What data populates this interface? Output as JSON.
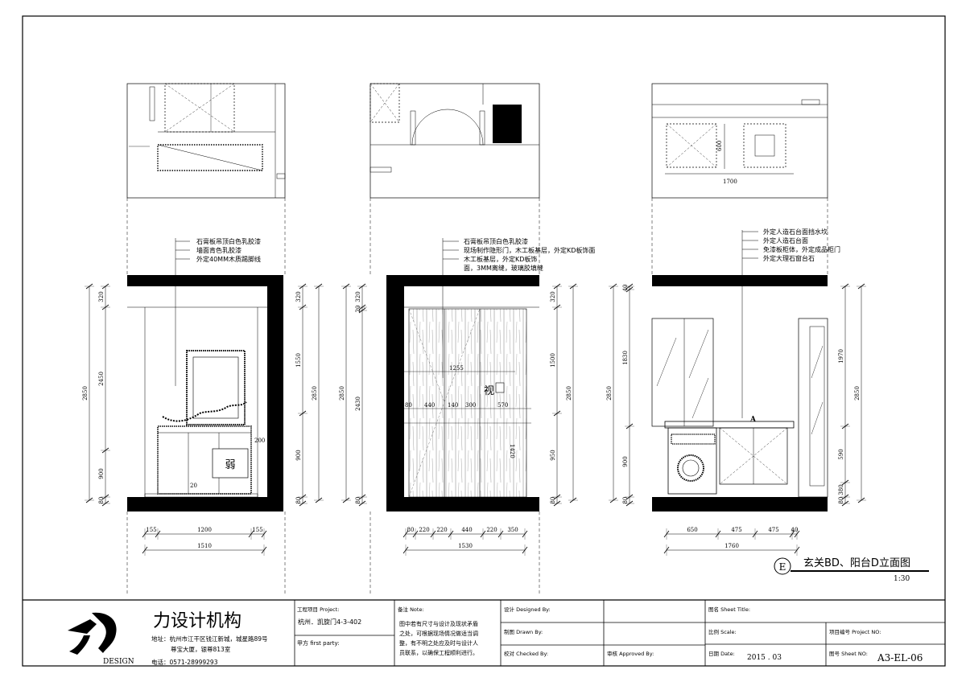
{
  "elevations": [
    {
      "id": "left",
      "notes": [
        "石膏板吊顶白色乳胶漆",
        "墙面肯色乳胶漆",
        "外定40MM木质踢脚线"
      ],
      "dims_left": {
        "total": "2850",
        "parts": [
          "80",
          "900",
          "2450",
          "320"
        ]
      },
      "dims_right": {
        "total": "2850",
        "parts": [
          "80",
          "900",
          "1550",
          "320"
        ]
      },
      "dims_bottom": {
        "total": "1510",
        "parts": [
          "155",
          "1200",
          "155"
        ]
      },
      "inner_dims": [
        "200",
        "20"
      ],
      "socket_label": "弱"
    },
    {
      "id": "middle",
      "notes": [
        "石膏板吊顶白色乳胶漆",
        "现场制作隐形门，木工板基层，外定KD板饰面",
        "木工板基层，外定KD板饰",
        "面，3MM离缝，玻璃胶填缝"
      ],
      "dims_left": {
        "total": "2850",
        "parts": [
          "80",
          "2430",
          "20",
          "320"
        ]
      },
      "dims_right": {
        "total": "2850",
        "parts": [
          "80",
          "950",
          "1500",
          "320"
        ]
      },
      "dims_bottom": {
        "total": "1530",
        "parts": [
          "80",
          "220",
          "220",
          "440",
          "220",
          "350"
        ]
      },
      "inner_dims": [
        "1255",
        "80",
        "440",
        "140",
        "300",
        "570",
        "1420"
      ],
      "socket_label": "视"
    },
    {
      "id": "right",
      "notes": [
        "外定人造石台面挡水坎",
        "外定人造石台面",
        "免漆板柜体，外定成品柜门",
        "外定大理石窗台石"
      ],
      "dims_left": {
        "total": "2850",
        "parts": [
          "80",
          "900",
          "1830",
          "40"
        ]
      },
      "dims_right": {
        "total": "2850",
        "parts": [
          "80",
          "380",
          "590",
          "1970"
        ]
      },
      "dims_bottom": {
        "total": "1760",
        "parts": [
          "650",
          "475",
          "475",
          "40"
        ]
      },
      "plan_dims": [
        "600",
        "1700"
      ],
      "marker": "A"
    }
  ],
  "title_block": {
    "drawing_title": "玄关BD、阳台D立面图",
    "scale": "1:30",
    "index_letter": "E",
    "logo_caption": "DESIGN",
    "company_name": "力设计机构",
    "address_1": "地址：杭州市江干区钱江新城，城星路89号",
    "address_2": "尊宝大厦，银尊813室",
    "phone": "电话：0571-28999293",
    "project_label": "工程项目 Project:",
    "project_value": "杭州．凯旋门4-3-402",
    "party_label": "甲方 first party:",
    "remarks_label": "备注 Note:",
    "remarks_lines": [
      "图中若有尺寸与设计及现状矛盾",
      "之处，可根据现场情况做适当调",
      "整，有不明之处应及时与设计人",
      "员联系，以确保工程顺利进行。"
    ],
    "designed_label": "设计 Designed By:",
    "drawn_label": "制图 Drawn By:",
    "checked_label": "校对 Checked By:",
    "approved_label": "审核 Approved By:",
    "sheet_title_label": "图名 Sheet Title:",
    "scale_label": "比例 Scale:",
    "project_no_label": "项目编号 Project NO:",
    "date_label": "日期 Date:",
    "date_value": "2015 . 03",
    "sheet_no_label": "图号 Sheet NO:",
    "sheet_no_value": "A3-EL-06"
  }
}
